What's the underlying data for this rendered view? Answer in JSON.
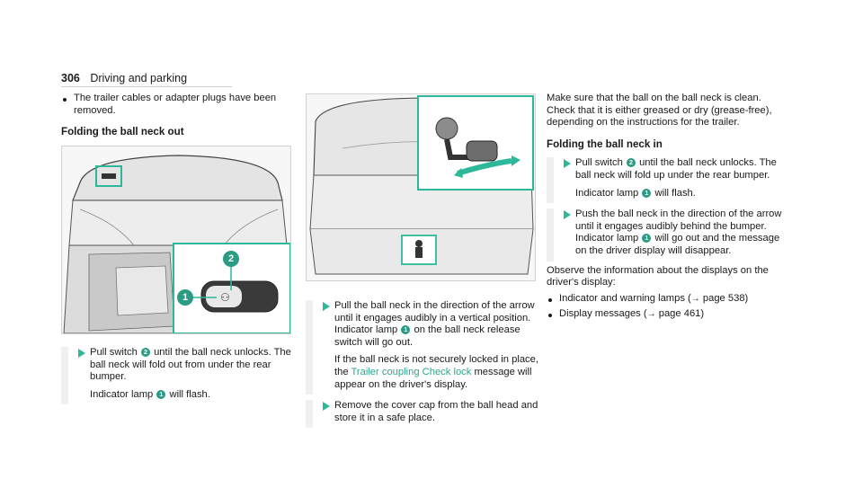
{
  "header": {
    "page_number": "306",
    "section": "Driving and parking"
  },
  "col1": {
    "bullet": "The trailer cables or adapter plugs have been removed.",
    "heading": "Folding the ball neck out",
    "step1": {
      "line1_a": "Pull switch ",
      "badge2": "2",
      "line1_b": " until the ball neck unlocks. The ball neck will fold out from under the rear bumper.",
      "line2_a": "Indicator lamp ",
      "badge1": "1",
      "line2_b": " will flash."
    }
  },
  "col2": {
    "step1": {
      "p1_a": "Pull the ball neck in the direction of the arrow until it engages audibly in a vertical position. Indicator lamp ",
      "badge1": "1",
      "p1_b": " on the ball neck release switch will go out.",
      "p2_a": "If the ball neck is not securely locked in place, the ",
      "link": "Trailer coupling Check lock",
      "p2_b": " message will appear on the driver's display."
    },
    "step2": "Remove the cover cap from the ball head and store it in a safe place."
  },
  "col3": {
    "intro": "Make sure that the ball on the ball neck is clean. Check that it is either greased or dry (grease-free), depending on the instructions for the trailer.",
    "heading": "Folding the ball neck in",
    "step1": {
      "p1_a": "Pull switch ",
      "badge2": "2",
      "p1_b": " until the ball neck unlocks. The ball neck will fold up under the rear bumper.",
      "p2_a": "Indicator lamp ",
      "badge1": "1",
      "p2_b": " will flash."
    },
    "step2": {
      "p1": "Push the ball neck in the direction of the arrow until it engages audibly behind the bumper.",
      "p2_a": "Indicator lamp ",
      "badge1": "1",
      "p2_b": " will go out and the message on the driver display will disappear."
    },
    "observe": "Observe the information about the displays on the driver's display:",
    "bullets": [
      {
        "text": "Indicator and warning lamps (",
        "arrow": "→",
        "ref": " page 538)"
      },
      {
        "text": "Display messages (",
        "arrow": "→",
        "ref": " page 461)"
      }
    ]
  },
  "figure1": {
    "callout_1": "1",
    "callout_2": "2",
    "icon": "trailer-hitch-switch-icon"
  },
  "figure2": {
    "icon": "ball-neck-icon"
  },
  "colors": {
    "accent": "#2db89a",
    "badge": "#2a9c84",
    "link": "#2aa68f",
    "step_bar": "#eef0f2"
  }
}
